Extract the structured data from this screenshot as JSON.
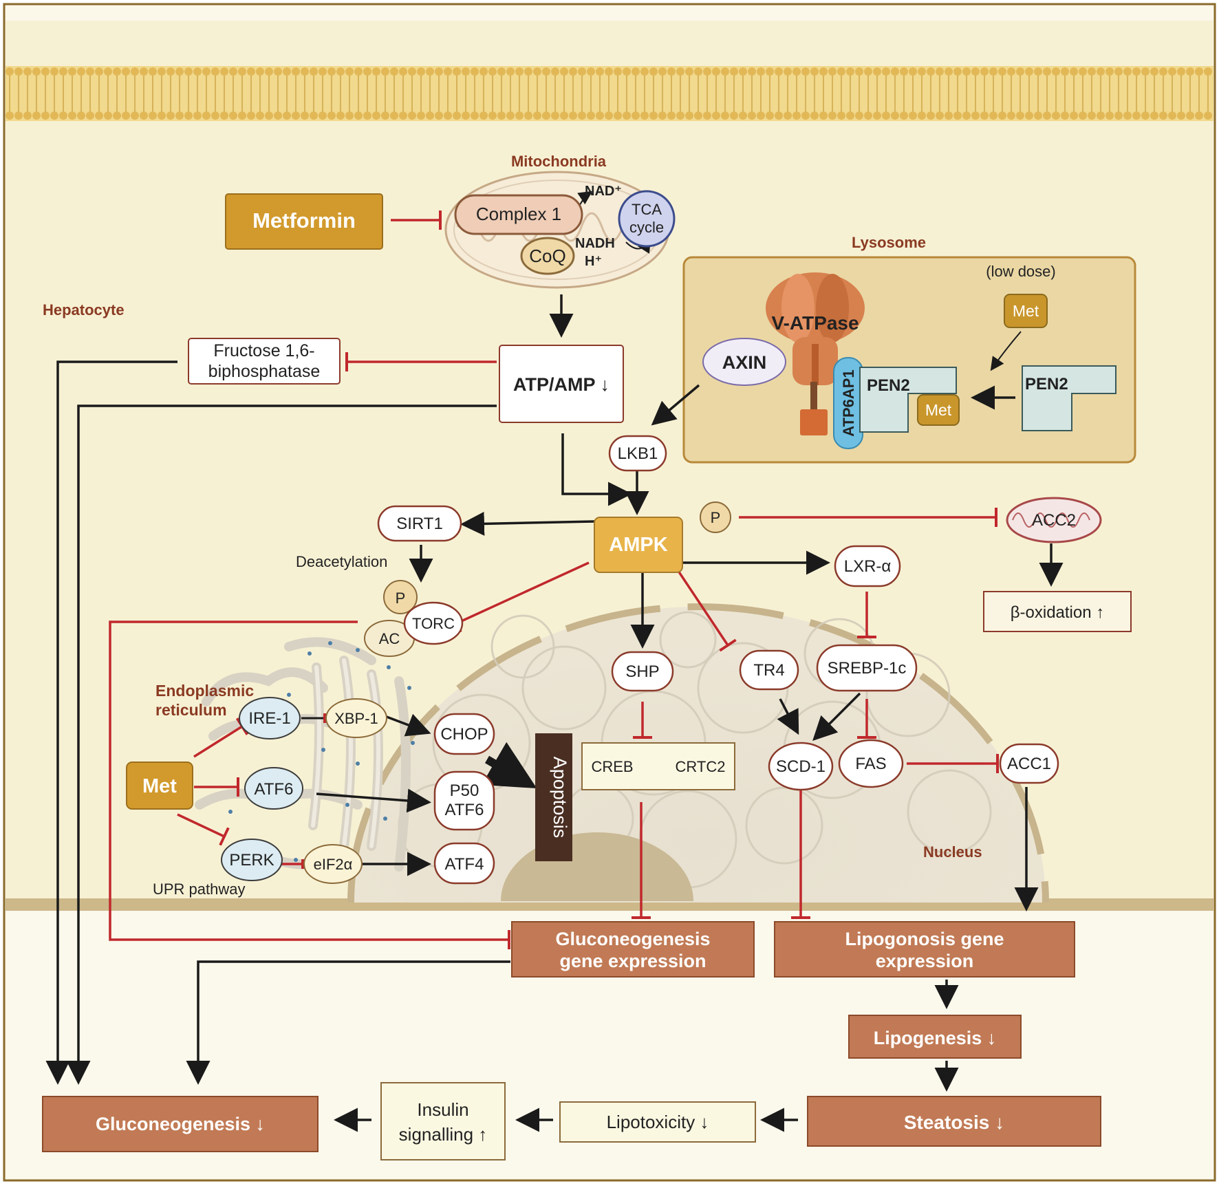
{
  "labels": {
    "mitochondria": "Mitochondria",
    "lysosome": "Lysosome",
    "hepatocyte": "Hepatocyte",
    "nucleus": "Nucleus",
    "er_line1": "Endoplasmic",
    "er_line2": "reticulum",
    "upr": "UPR pathway",
    "low_dose": "(low dose)",
    "deacetylation": "Deacetylation"
  },
  "nodes": {
    "metformin": "Metformin",
    "complex1": "Complex 1",
    "coq": "CoQ",
    "tca_line1": "TCA",
    "tca_line2": "cycle",
    "nad": "NAD⁺",
    "nadh": "NADH",
    "h": "H⁺",
    "fbpase_line1": "Fructose 1,6-",
    "fbpase_line2": "biphosphatase",
    "atp_amp": "ATP/AMP ↓",
    "v_atpase": "V-ATPase",
    "axin": "AXIN",
    "atp6ap1": "ATP6AP1",
    "pen2_bound": "PEN2",
    "pen2_free": "PEN2",
    "met_bound": "Met",
    "met_low": "Met",
    "lkb1": "LKB1",
    "ampk": "AMPK",
    "p_ampk": "P",
    "sirt1": "SIRT1",
    "acc2": "ACC2",
    "beta_ox": "β-oxidation ↑",
    "lxr": "LXR-α",
    "p_torc": "P",
    "ac": "AC",
    "torc": "TORC",
    "shp": "SHP",
    "tr4": "TR4",
    "srebp": "SREBP-1c",
    "creb": "CREB",
    "crtc2": "CRTC2",
    "scd1": "SCD-1",
    "fas": "FAS",
    "acc1": "ACC1",
    "ire1": "IRE-1",
    "xbp1": "XBP-1",
    "chop": "CHOP",
    "met_er": "Met",
    "atf6": "ATF6",
    "p50_line1": "P50",
    "p50_line2": "ATF6",
    "perk": "PERK",
    "eif2a": "eIF2α",
    "atf4": "ATF4",
    "apoptosis": "Apoptosis",
    "gng_expr_line1": "Gluconeogenesis",
    "gng_expr_line2": "gene expression",
    "lipo_expr_line1": "Lipogonosis gene",
    "lipo_expr_line2": "expression",
    "lipogenesis": "Lipogenesis ↓",
    "steatosis": "Steatosis ↓",
    "lipotoxicity": "Lipotoxicity ↓",
    "insulin_line1": "Insulin",
    "insulin_line2": "signalling ↑",
    "gluconeogenesis": "Gluconeogenesis ↓"
  },
  "colors": {
    "cytoplasm": "#f7f1d4",
    "membrane": "#e2b857",
    "inhibit": "#c0282c",
    "activate": "#1a1a1a",
    "drug_box": "#d29a2c",
    "outcome_box": "#c17a55",
    "node_border": "#8b3a2a",
    "er_node": "#dcecf2",
    "lysosome": "#ead7a4"
  }
}
